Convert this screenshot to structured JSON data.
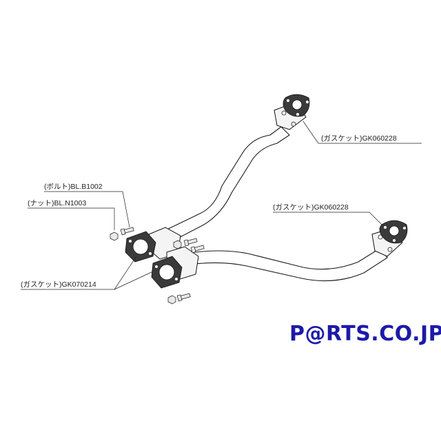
{
  "labels": {
    "gasket_top": "(ガスケット)GK060228",
    "gasket_right": "(ガスケット)GK060228",
    "bolt": "(ボルト)BL.B1002",
    "nut": "(ナット)BL.N1003",
    "gasket_left": "(ガスケット)GK070214"
  },
  "logo": {
    "text": "P@RTS.CO.JP",
    "color": "#1c1aa8"
  }
}
